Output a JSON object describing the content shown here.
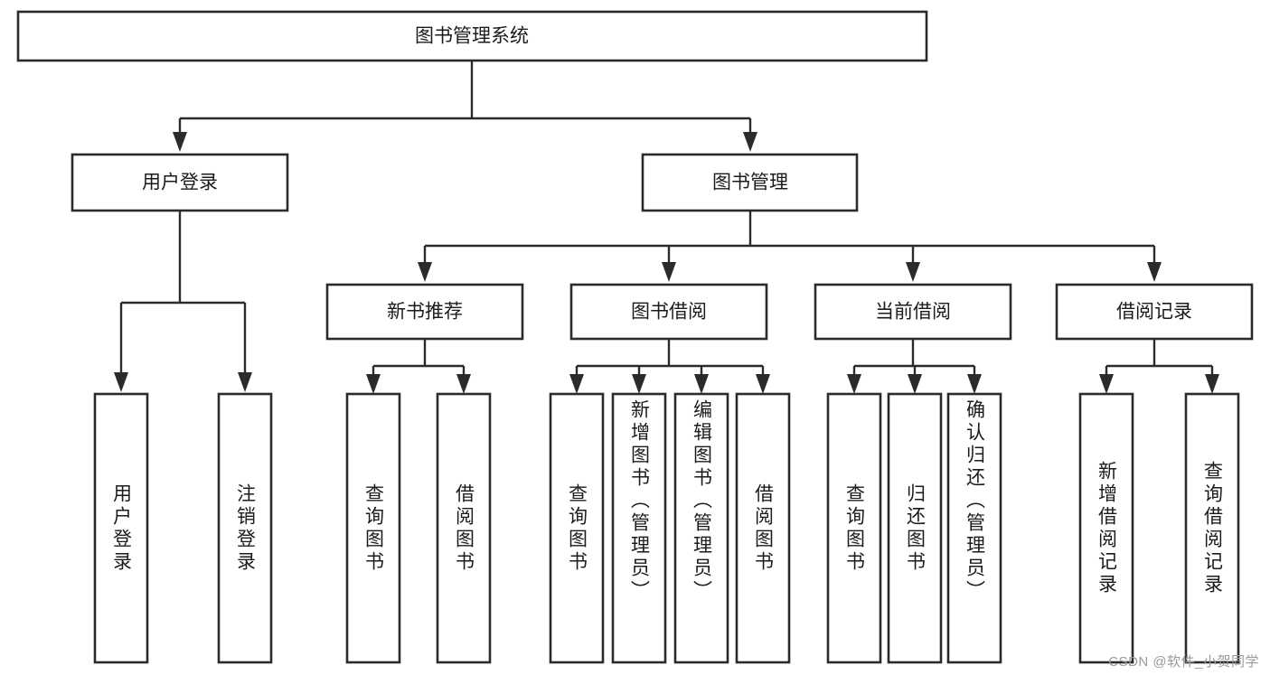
{
  "diagram": {
    "type": "tree-hierarchy",
    "title": "图书管理系统",
    "watermark": "CSDN @软件_小贺同学",
    "colors": {
      "background": "#ffffff",
      "stroke": "#2b2b2b",
      "text": "#1b1b1b",
      "watermark": "#9a9a9a"
    },
    "root": {
      "label": "图书管理系统"
    },
    "level2": [
      {
        "label": "用户登录"
      },
      {
        "label": "图书管理"
      }
    ],
    "level3": [
      {
        "label": "新书推荐"
      },
      {
        "label": "图书借阅"
      },
      {
        "label": "当前借阅"
      },
      {
        "label": "借阅记录"
      }
    ],
    "leaves": {
      "user_login": [
        {
          "label": "用户登录"
        },
        {
          "label": "注销登录"
        }
      ],
      "new_book_recommend": [
        {
          "label": "查询图书"
        },
        {
          "label": "借阅图书"
        }
      ],
      "book_borrow": [
        {
          "label": "查询图书"
        },
        {
          "label": "新增图书（管理员）"
        },
        {
          "label": "编辑图书（管理员）"
        },
        {
          "label": "借阅图书"
        }
      ],
      "current_borrow": [
        {
          "label": "查询图书"
        },
        {
          "label": "归还图书"
        },
        {
          "label": "确认归还（管理员）"
        }
      ],
      "borrow_record": [
        {
          "label": "新增借阅记录"
        },
        {
          "label": "查询借阅记录"
        }
      ]
    }
  }
}
